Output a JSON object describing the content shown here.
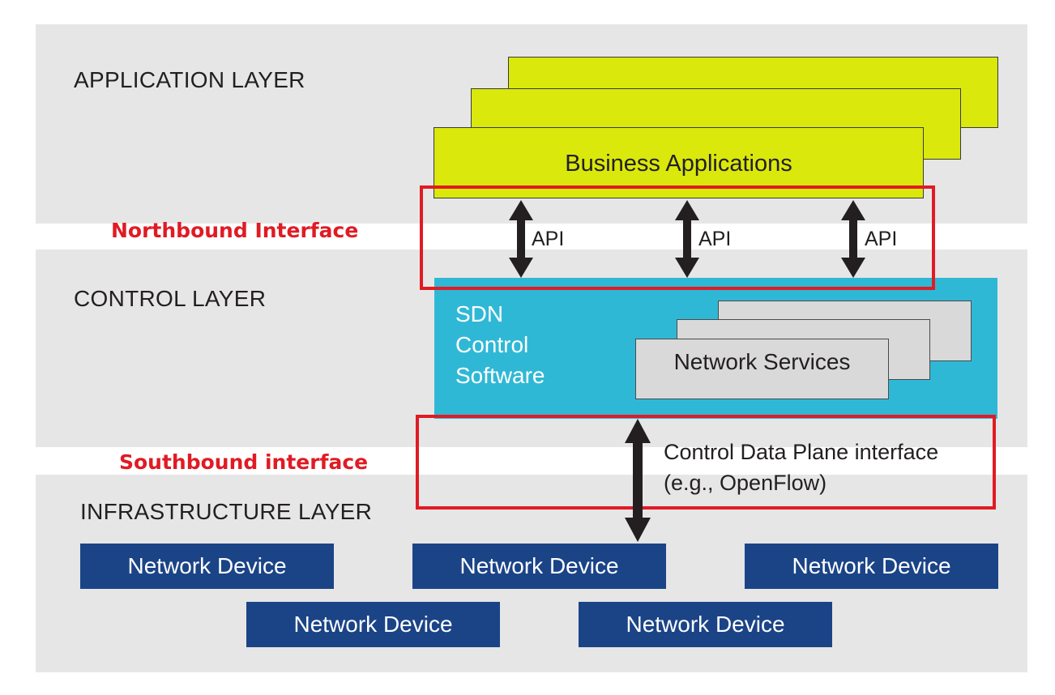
{
  "layers": {
    "application": "APPLICATION LAYER",
    "control": "CONTROL LAYER",
    "infrastructure": "INFRASTRUCTURE LAYER"
  },
  "business_applications": "Business Applications",
  "api_labels": [
    "API",
    "API",
    "API"
  ],
  "sdn_control_software": [
    "SDN",
    "Control",
    "Software"
  ],
  "network_services": "Network Services",
  "northbound_interface": "Northbound Interface",
  "southbound_interface": "Southbound interface",
  "control_data_plane": [
    "Control Data Plane interface",
    "(e.g., OpenFlow)"
  ],
  "network_devices": [
    "Network Device",
    "Network Device",
    "Network Device",
    "Network Device",
    "Network Device"
  ],
  "colors": {
    "application_box": "#dae80c",
    "control_box": "#2fb8d6",
    "network_device": "#1b4487",
    "interface_highlight": "#e01b24",
    "layer_band": "#e6e6e6"
  }
}
